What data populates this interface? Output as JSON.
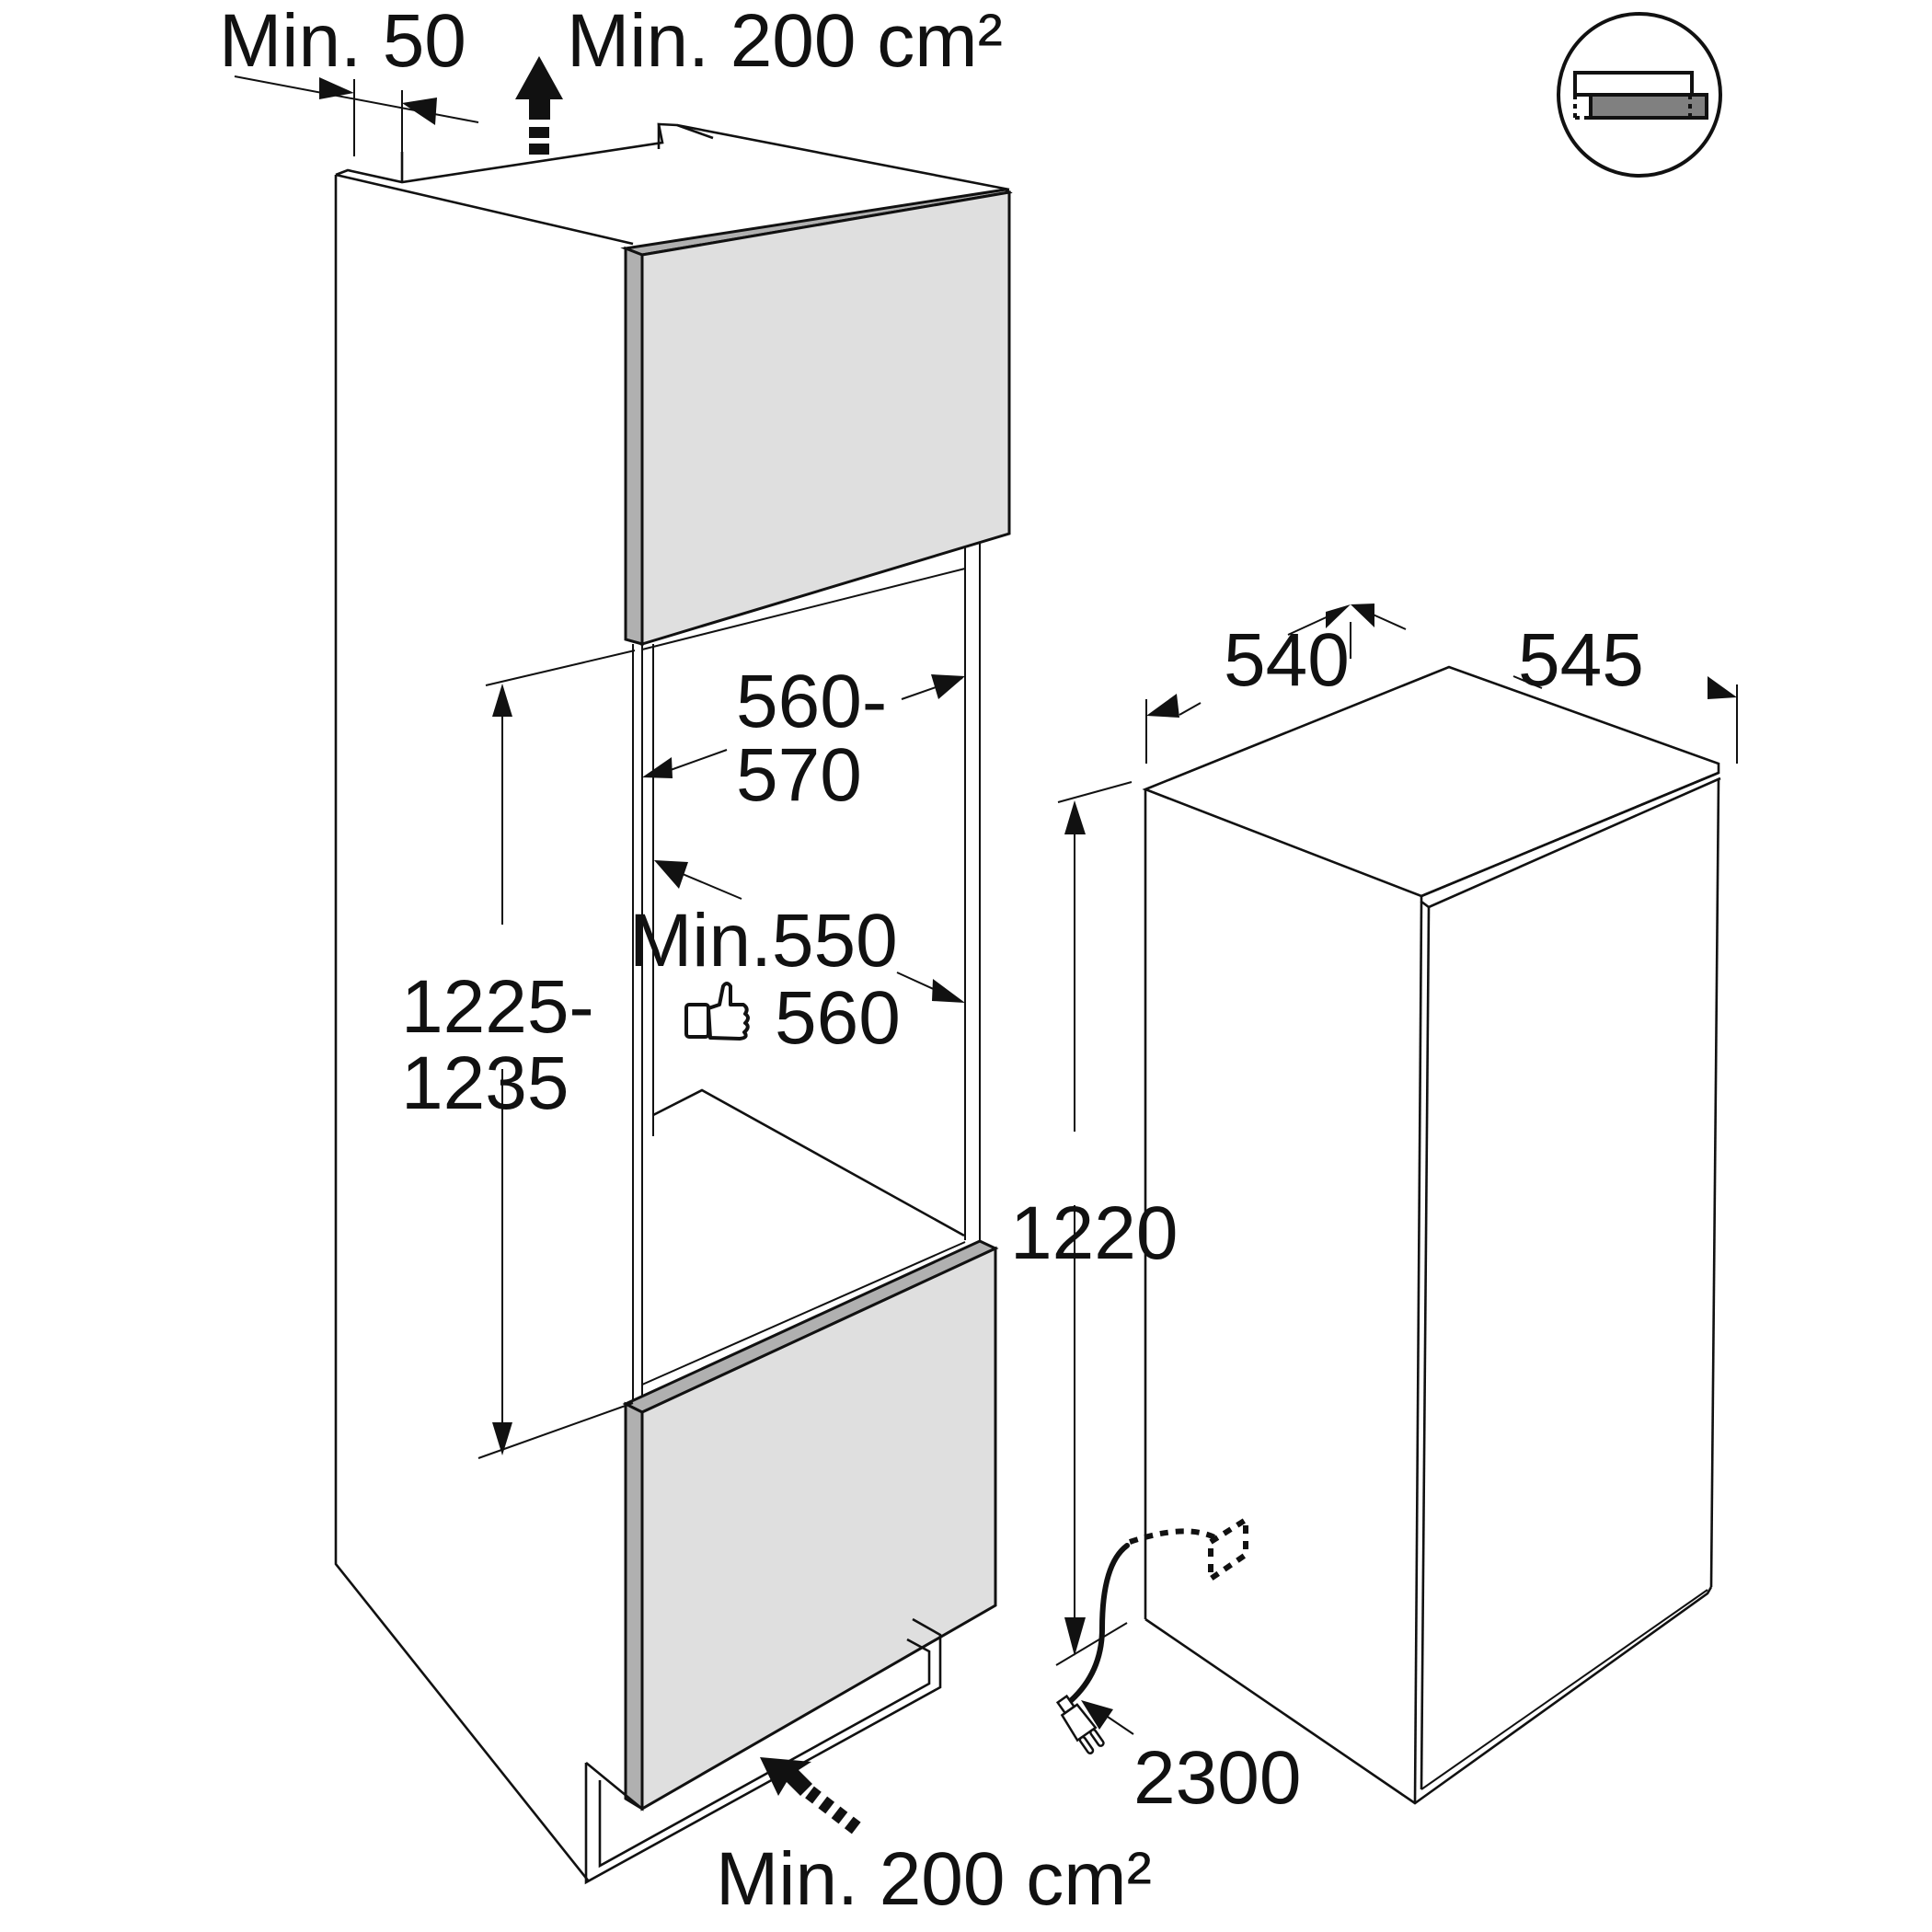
{
  "diagram": {
    "title": "Built-in refrigerator installation dimensions",
    "units": "mm",
    "colors": {
      "line": "#111111",
      "door_panel": "#dfdfdf",
      "panel_edge": "#b0b0b0",
      "icon_fill": "#808080",
      "background": "#ffffff"
    }
  },
  "labels": {
    "top_gap": "Min. 50",
    "top_vent": "Min. 200 cm²",
    "niche_width_line1": "560-",
    "niche_width_line2": "570",
    "niche_depth_min": "Min.550",
    "niche_depth_recommended": "560",
    "niche_height_line1": "1225-",
    "niche_height_line2": "1235",
    "appliance_width": "540",
    "appliance_depth": "545",
    "appliance_height": "1220",
    "cable_length": "2300",
    "bottom_vent": "Min. 200 cm²"
  },
  "icons": {
    "door_mount": "door-on-door-mounting-icon",
    "recommended": "thumbs-up-icon",
    "plug": "power-plug-icon",
    "socket": "wall-socket-icon",
    "airflow_out": "airflow-up-arrow-icon",
    "airflow_in": "airflow-in-arrow-icon"
  }
}
